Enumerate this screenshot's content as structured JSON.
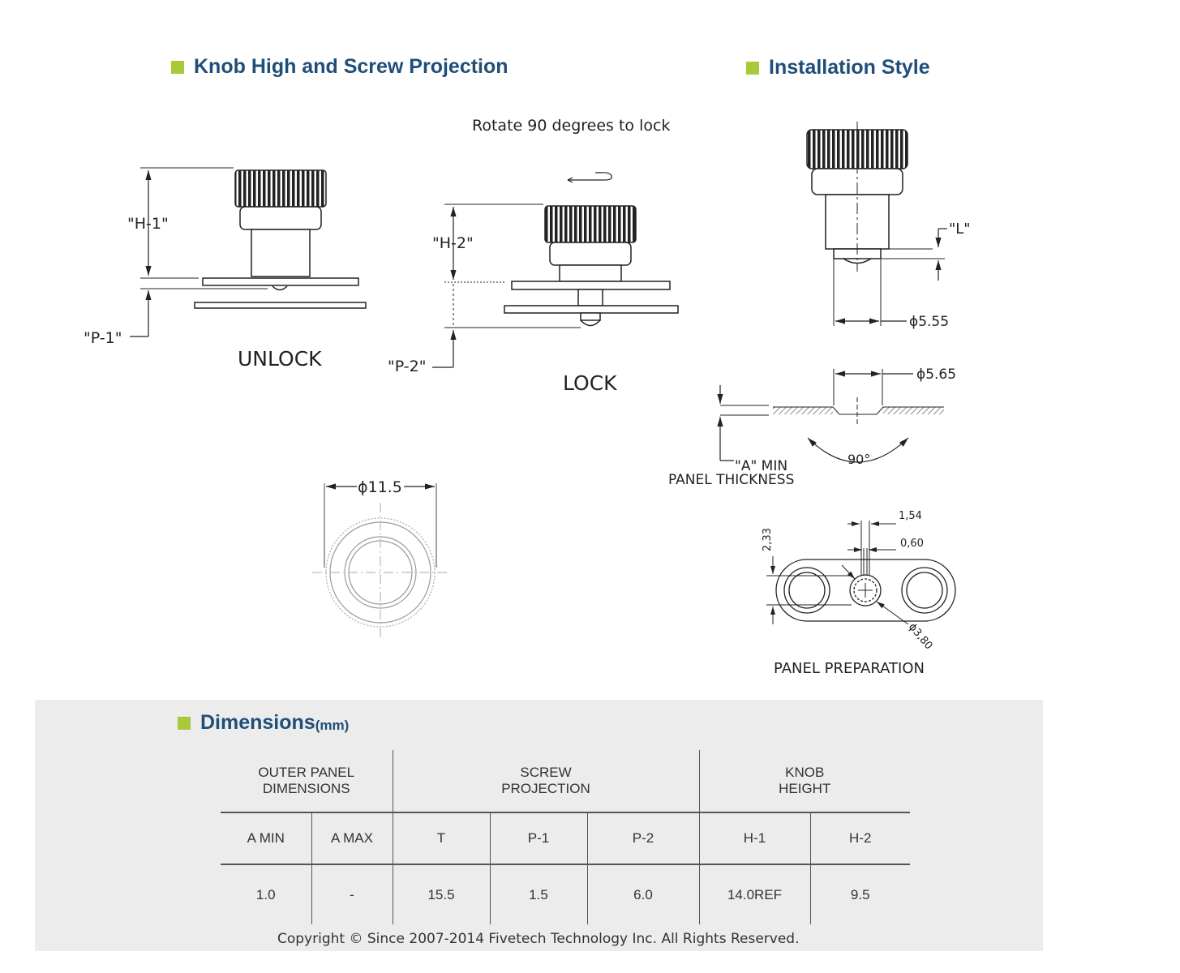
{
  "sections": {
    "knob": "Knob High and Screw Projection",
    "install": "Installation Style",
    "dims_title": "Dimensions",
    "dims_unit": "(mm)"
  },
  "drawing": {
    "rotate_note": "Rotate 90 degrees to lock",
    "h1": "\"H-1\"",
    "p1": "\"P-1\"",
    "unlock": "UNLOCK",
    "h2": "\"H-2\"",
    "p2": "\"P-2\"",
    "lock": "LOCK",
    "dia_knob": "ϕ11.5",
    "L": "\"L\"",
    "dia_555": "ϕ5.55",
    "dia_565": "ϕ5.65",
    "a_min": "\"A\" MIN",
    "panel_thickness": "PANEL THICKNESS",
    "angle": "90°",
    "dim_154": "1,54",
    "dim_060": "0,60",
    "dim_233": "2,33",
    "dim_380": "ϕ3,80",
    "panel_prep": "PANEL PREPARATION"
  },
  "table": {
    "groups": [
      "OUTER PANEL DIMENSIONS",
      "SCREW PROJECTION",
      "KNOB HEIGHT"
    ],
    "group_lines": [
      [
        "OUTER PANEL",
        "DIMENSIONS"
      ],
      [
        "SCREW",
        "PROJECTION"
      ],
      [
        "KNOB",
        "HEIGHT"
      ]
    ],
    "columns": [
      "A MIN",
      "A MAX",
      "T",
      "P-1",
      "P-2",
      "H-1",
      "H-2"
    ],
    "values": [
      "1.0",
      "-",
      "15.5",
      "1.5",
      "6.0",
      "14.0REF",
      "9.5"
    ]
  },
  "footer": {
    "copyright": "Copyright © Since 2007-2014 Fivetech Technology Inc. All Rights Reserved."
  },
  "colors": {
    "title": "#1f4e79",
    "bullet": "#a8c93a",
    "panel_bg": "#ececec"
  }
}
